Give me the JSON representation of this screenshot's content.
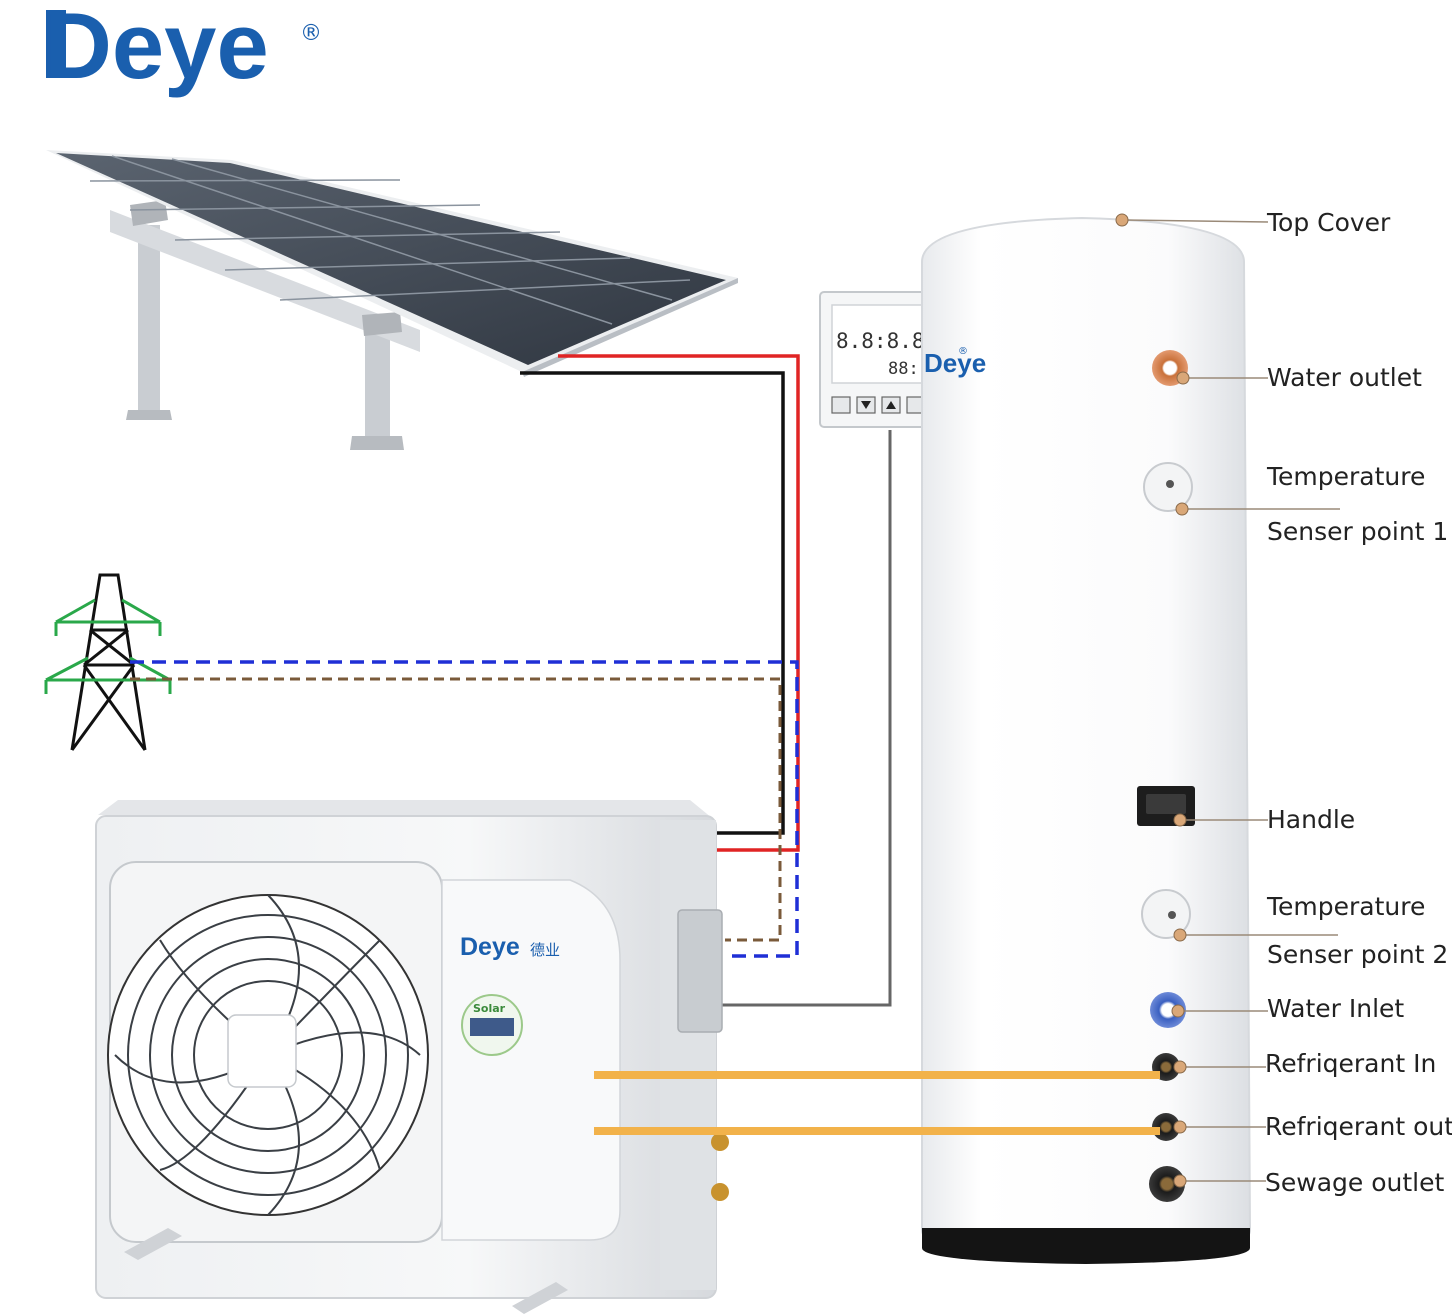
{
  "brand": {
    "logo_text": "Deye",
    "registered_mark": "®",
    "color": "#1a5fae"
  },
  "controller": {
    "display_top": "8.8:8.8",
    "display_bottom": "88:",
    "logo_text": "Deye",
    "logo_mark": "®"
  },
  "outdoor_unit": {
    "logo_text": "Deye",
    "logo_suffix": "德业",
    "badge_text": "Solar"
  },
  "labels": {
    "top_cover": "Top Cover",
    "water_outlet": "Water outlet",
    "temp_sensor_1_line1": "Temperature",
    "temp_sensor_1_line2": "Senser point 1",
    "handle": "Handle",
    "temp_sensor_2_line1": "Temperature",
    "temp_sensor_2_line2": "Senser point 2",
    "water_inlet": "Water Inlet",
    "refrigerant_in": "Refriqerant In",
    "refrigerant_out": "Refriqerant out",
    "sewage_outlet": "Sewage outlet"
  },
  "colors": {
    "dc_positive": "#e02424",
    "dc_negative": "#111111",
    "grid_live": "#1f2fd6",
    "grid_neutral": "#7a5a3a",
    "control_cable": "#666666",
    "refrigerant_pipe": "#f2b24a",
    "leader_line": "#9a8a78",
    "tower": "#2aa84a"
  },
  "icons": {
    "solar_panel": "solar-panel-icon",
    "power_tower": "power-tower-icon",
    "outdoor_unit": "heat-pump-outdoor-unit",
    "tank": "water-tank",
    "controller": "wired-controller"
  }
}
